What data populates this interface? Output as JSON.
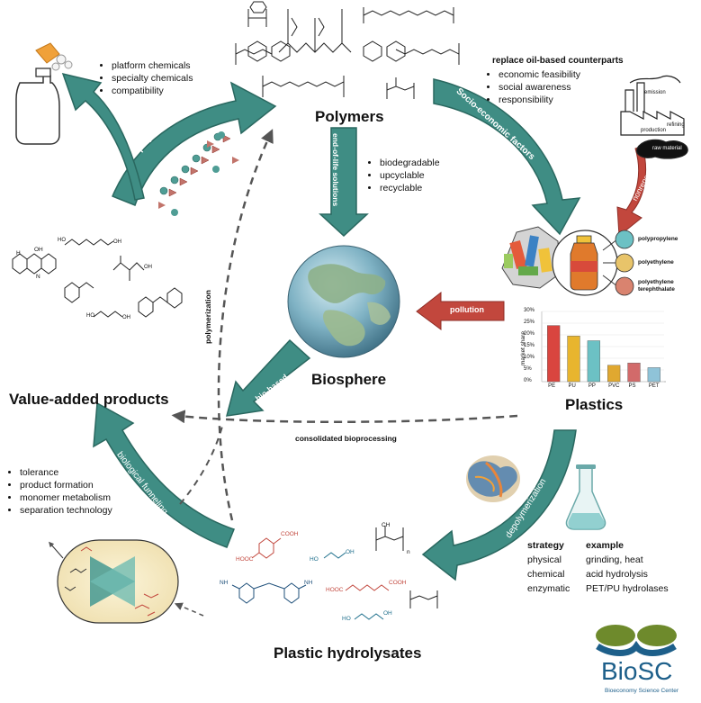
{
  "hubs": {
    "polymers": "Polymers",
    "biosphere": "Biosphere",
    "plastics": "Plastics",
    "value_added": "Value-added products",
    "hydrolysates": "Plastic hydrolysates"
  },
  "arrows": {
    "polymerization": "polymerization",
    "other_applications": "other applications",
    "socio_economic": "Socio-economic factors",
    "nonrenewable": "nonrenewable",
    "end_of_life": "end-of-life solutions",
    "pollution": "pollution",
    "bio_based": "bio-based",
    "polymerization_dashed": "polymerization",
    "consolidated": "consolidated bioprocessing",
    "biological_funneling": "biological funneling",
    "depolymerization": "depolymerization"
  },
  "lists": {
    "applications": [
      "platform chemicals",
      "specialty chemicals",
      "compatibility"
    ],
    "replace_title": "replace oil-based counterparts",
    "replace": [
      "economic feasibility",
      "social awareness",
      "responsibility"
    ],
    "end_of_life": [
      "biodegradable",
      "upcyclable",
      "recyclable"
    ],
    "funneling": [
      "tolerance",
      "product formation",
      "monomer metabolism",
      "separation technology"
    ]
  },
  "factory": {
    "emission": "emission",
    "refining": "refining",
    "production": "production",
    "raw_material": "raw material"
  },
  "plastic_types": [
    "polypropylene",
    "polyethylene",
    "polyethylene terephthalate"
  ],
  "chart_data": {
    "type": "bar",
    "categories": [
      "PE",
      "PU",
      "PP",
      "PVC",
      "PS",
      "PET"
    ],
    "values": [
      24,
      19.5,
      17.5,
      7,
      8,
      6
    ],
    "ylabel": "market share",
    "ylim": [
      0,
      30
    ],
    "yticks": [
      "0%",
      "5%",
      "10%",
      "15%",
      "20%",
      "25%",
      "30%"
    ],
    "colors": [
      "#d9453f",
      "#e8b52e",
      "#6cc1c4",
      "#e0a830",
      "#d26a6a",
      "#8fc3d8"
    ]
  },
  "depolymerization_table": {
    "header": [
      "strategy",
      "example"
    ],
    "rows": [
      [
        "physical",
        "grinding, heat"
      ],
      [
        "chemical",
        "acid hydrolysis"
      ],
      [
        "enzymatic",
        "PET/PU hydrolases"
      ]
    ]
  },
  "chem_labels": {
    "cooh1": "COOH",
    "hooc1": "HOOC",
    "ho1": "HO",
    "oh1": "OH",
    "ch3": "CH",
    "nh1": "NH",
    "nh2": "NH",
    "cooh2": "COOH",
    "hooc2": "HOOC",
    "ho2": "HO",
    "oh2": "OH",
    "n_sub": "n",
    "oh_phen": "OH",
    "nh_phen": "N",
    "h_phen": "H",
    "ho_a": "HO",
    "oh_a": "OH",
    "oh_b": "OH",
    "ho_c": "HO",
    "oh_c": "OH"
  },
  "logo": {
    "name": "BioSC",
    "subtitle": "Bioeconomy Science Center"
  },
  "colors": {
    "teal": "#3f8d84",
    "teal_dark": "#2a6860",
    "red": "#c2473d",
    "dashed": "#555555",
    "logo_green": "#6e8a2c",
    "logo_blue": "#1d5f8a"
  }
}
